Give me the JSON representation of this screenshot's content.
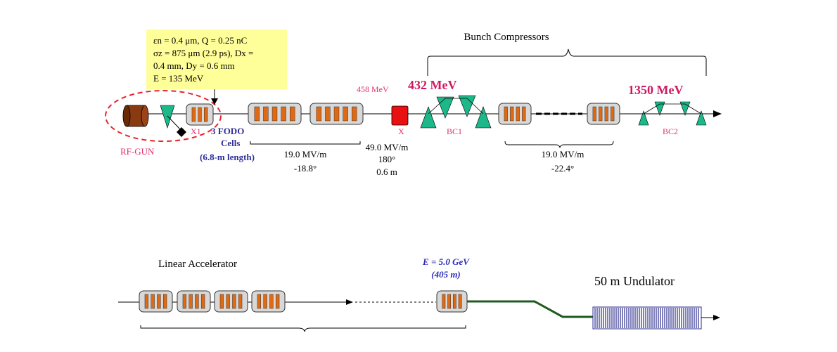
{
  "colors": {
    "pink": "#e0306e",
    "navy": "#2f2f9a",
    "blue_italic": "#2a2ab8",
    "dark_red": "#8a2a06",
    "red_ellipse": "#e8242a",
    "callout_bg": "#ffff99",
    "cavity_bg": "#d8d8d8",
    "cavity_stripe": "#e06a14",
    "triangle": "#1cb88a",
    "undulator": "#2a2a8c",
    "green_line": "#1f5a1f",
    "red_cell": "#e81010"
  },
  "callout": {
    "line1": "εn = 0.4 μm, Q = 0.25 nC",
    "line2": "σz = 875 μm (2.9 ps), Dx =",
    "line3": "0.4 mm, Dy = 0.6 mm",
    "line4": "E = 135 MeV"
  },
  "labels": {
    "rf_gun": "RF-GUN",
    "x1": "X1",
    "fodo_line1": "3 FODO",
    "fodo_line2": "Cells",
    "fodo_line3": "(6.8-m length)",
    "l1_gradient": "19.0 MV/m",
    "l1_phase": "-18.8°",
    "energy_458": "458 MeV",
    "x_gradient": "49.0 MV/m",
    "x_phase": "180°",
    "x_length": "0.6 m",
    "x_label": "X",
    "energy_432": "432 MeV",
    "bc1": "BC1",
    "bunch_compressors": "Bunch Compressors",
    "l2_gradient": "19.0 MV/m",
    "l2_phase": "-22.4°",
    "energy_1350": "1350 MeV",
    "bc2": "BC2",
    "linac": "Linear Accelerator",
    "final_energy": "E = 5.0 GeV",
    "linac_length": "(405 m)",
    "undulator": "50 m Undulator"
  }
}
